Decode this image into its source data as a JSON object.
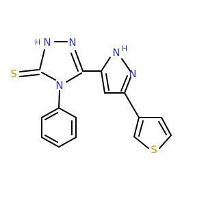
{
  "colors": {
    "bond": "#000000",
    "nitrogen": "#3333cc",
    "sulfur": "#b8a000",
    "background": "#ffffff"
  },
  "atoms": {
    "thione_s": "S",
    "triazole_n1": "N",
    "triazole_n1_h": "H",
    "triazole_n2": "N",
    "triazole_n4": "N",
    "pyrazole_n1": "N",
    "pyrazole_n1_h": "H",
    "pyrazole_n2": "N",
    "thiophene_s": "S"
  }
}
